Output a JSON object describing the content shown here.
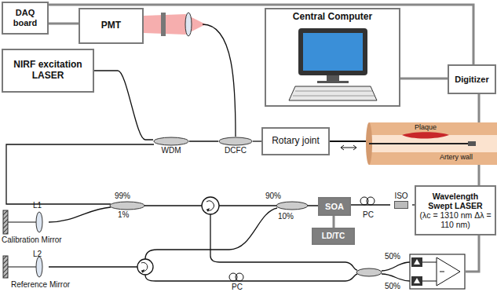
{
  "diagram": {
    "nodes": [
      {
        "text": [
          "DAQ board"
        ]
      },
      {
        "text": [
          "PMT"
        ]
      },
      {
        "text": [
          "Central Computer"
        ]
      },
      {
        "text": [
          "NIRF excitation LASER"
        ]
      },
      {
        "text": [
          "Digitizer"
        ]
      },
      {
        "text": [
          "WDM"
        ]
      },
      {
        "text": [
          "DCFC"
        ]
      },
      {
        "text": [
          "Rotary joint"
        ]
      },
      {
        "text": [
          "SOA"
        ]
      },
      {
        "text": [
          "LD/TC"
        ]
      },
      {
        "text": [
          "Wavelength Swept LASER",
          "(λc = 1310 nm Δλ = 110 nm)"
        ]
      },
      {
        "text": [
          "ISO"
        ]
      }
    ],
    "edges": [
      {
        "from": 1,
        "to": 0,
        "arrow": "none"
      },
      {
        "from": 0,
        "to": 4,
        "arrow": "none"
      },
      {
        "from": 2,
        "to": 4,
        "arrow": "none"
      },
      {
        "from": 3,
        "to": 5,
        "arrow": "none"
      },
      {
        "from": 5,
        "to": 6,
        "arrow": "none"
      },
      {
        "from": 6,
        "to": 7,
        "arrow": "none"
      },
      {
        "from": 8,
        "to": 9,
        "arrow": "none"
      },
      {
        "from": 10,
        "to": 11,
        "arrow": "none"
      },
      {
        "from": 11,
        "to": 8,
        "arrow": "none"
      }
    ],
    "labels": [
      "99%",
      "1%",
      "L1",
      "Calibration Mirror",
      "90%",
      "10%",
      "PC",
      "L2",
      "Reference Mirror",
      "PC",
      "50%",
      "50%",
      "Plaque",
      "Artery wall"
    ]
  }
}
